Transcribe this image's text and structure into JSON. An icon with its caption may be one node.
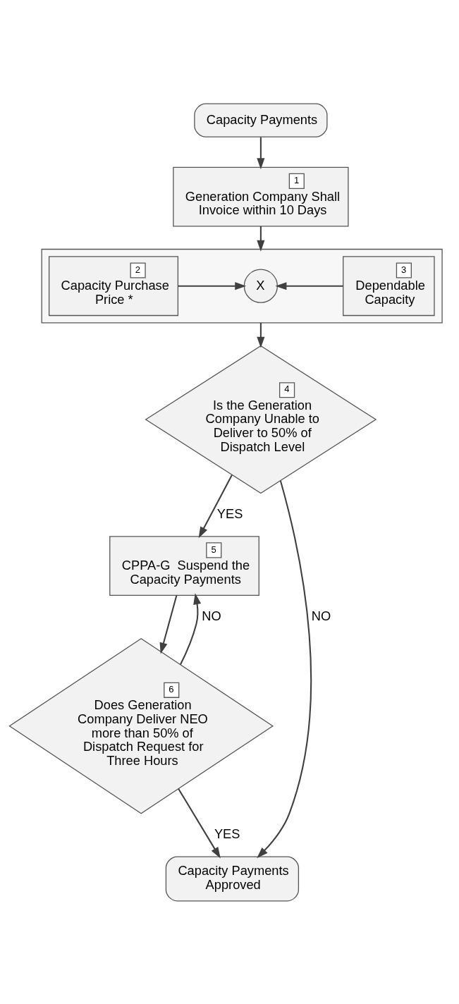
{
  "diagram": {
    "nodes": [
      {
        "text": [
          "Capacity Payments"
        ]
      },
      {
        "text": [
          "1",
          "Generation Company Shall Invoice within 10 Days"
        ]
      },
      {
        "text": [],
        "shape": "box"
      },
      {
        "text": [
          "2",
          "Capacity Purchase Price *"
        ],
        "in": 2
      },
      {
        "text": [
          "X"
        ],
        "in": 2
      },
      {
        "text": [
          "3",
          "Dependable Capacity"
        ],
        "in": 2
      },
      {
        "text": [
          "4",
          "Is the Generation Company Unable to Deliver to 50% of Dispatch Level"
        ]
      },
      {
        "text": [
          "5",
          "CPPA-G  Suspend the Capacity Payments"
        ]
      },
      {
        "text": [
          "6",
          "Does Generation Company Deliver NEO more than 50% of Dispatch Request for Three Hours"
        ]
      },
      {
        "text": [
          "Capacity Payments Approved"
        ]
      }
    ],
    "edges": [
      {
        "from": 0,
        "to": 1,
        "arrow": "to"
      },
      {
        "from": 1,
        "to": 2,
        "arrow": "to"
      },
      {
        "from": 2,
        "to": 6,
        "arrow": "to"
      },
      {
        "from": 3,
        "to": 4,
        "arrow": "to"
      },
      {
        "from": 5,
        "to": 4,
        "arrow": "to"
      },
      {
        "from": 6,
        "to": 7,
        "arrow": "to",
        "label": "YES"
      },
      {
        "from": 6,
        "to": 9,
        "arrow": "to",
        "label": "NO"
      },
      {
        "from": 7,
        "to": 8,
        "arrow": "to"
      },
      {
        "from": 8,
        "to": 7,
        "arrow": "to",
        "label": "NO"
      },
      {
        "from": 8,
        "to": 9,
        "arrow": "to",
        "label": "YES"
      }
    ]
  }
}
